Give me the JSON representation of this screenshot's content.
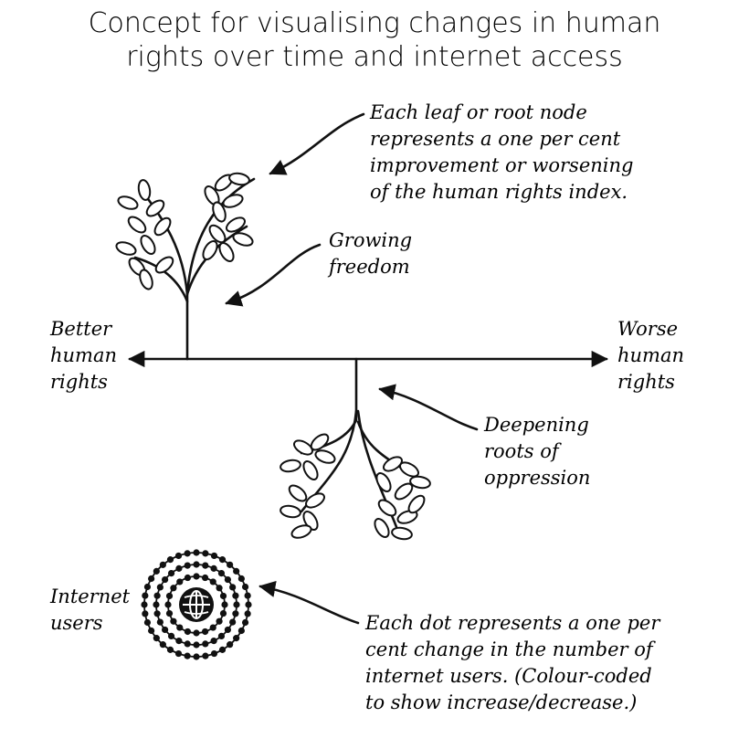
{
  "title": {
    "line1": "Concept for visualising changes in human",
    "line2": "rights over time and internet access"
  },
  "annotations": {
    "leaf_note": [
      "Each leaf or root node",
      "represents a one per cent",
      "improvement or worsening",
      "of the human rights index."
    ],
    "growing": [
      "Growing",
      "freedom"
    ],
    "deepening": [
      "Deepening",
      "roots of",
      "oppression"
    ],
    "better": [
      "Better",
      "human",
      "rights"
    ],
    "worse": [
      "Worse",
      "human",
      "rights"
    ],
    "internet": [
      "Internet",
      "users"
    ],
    "dot_note": [
      "Each dot represents a one per",
      "cent change in the number of",
      "internet users. (Colour-coded",
      "to show increase/decrease.)"
    ]
  },
  "icons": {
    "globe": "globe-icon"
  },
  "colors": {
    "ink": "#111111",
    "background": "#ffffff"
  }
}
